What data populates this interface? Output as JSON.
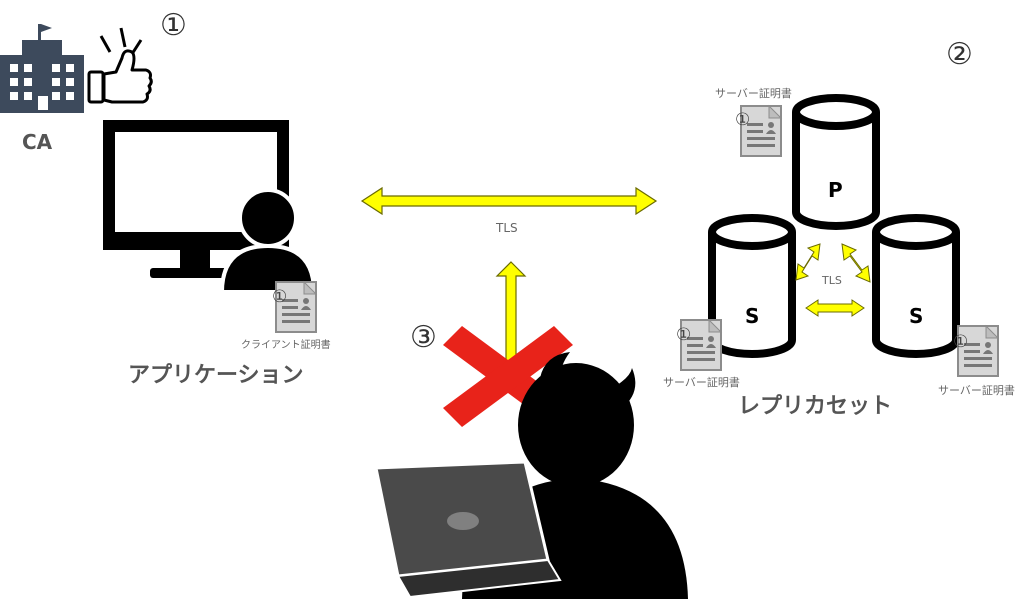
{
  "steps": {
    "one": "①",
    "two": "②",
    "three": "③"
  },
  "ca": {
    "label": "CA"
  },
  "application": {
    "label": "アプリケーション",
    "cert_label": "クライアント証明書",
    "cert_badge": "①"
  },
  "connection": {
    "tls_label": "TLS"
  },
  "replica_set": {
    "label": "レプリカセット",
    "inner_tls_label": "TLS",
    "primary": {
      "label": "P",
      "cert_label": "サーバー証明書",
      "cert_badge": "①"
    },
    "secondary_left": {
      "label": "S",
      "cert_label": "サーバー証明書",
      "cert_badge": "①"
    },
    "secondary_right": {
      "label": "S",
      "cert_label": "サーバー証明書",
      "cert_badge": "①"
    }
  },
  "colors": {
    "arrow_yellow": "#ffff00",
    "cross_red": "#e8231a",
    "building": "#3d4a5c",
    "laptop": "#4a4a4a"
  }
}
